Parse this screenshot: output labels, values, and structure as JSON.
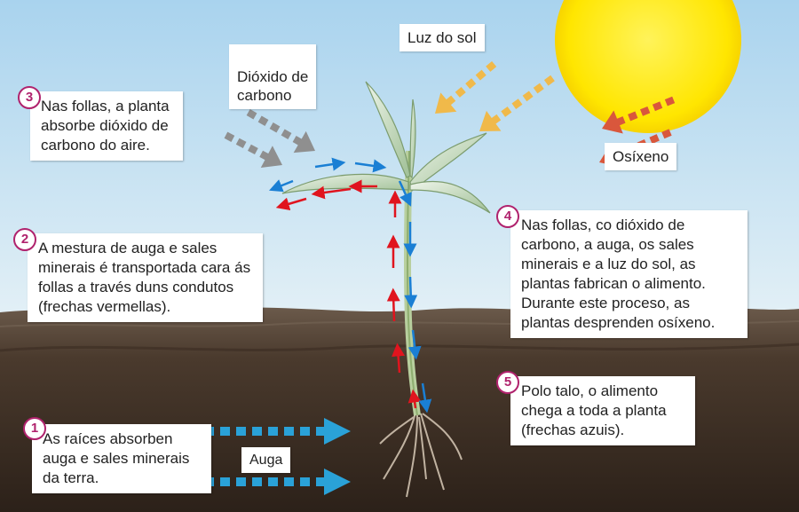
{
  "labels": {
    "sunlight": "Luz do sol",
    "co2": "Dióxido de\ncarbono",
    "oxygen": "Osíxeno",
    "water": "Auga"
  },
  "steps": [
    {
      "number": "1",
      "text": "As raíces absorben auga e sales minerais da terra."
    },
    {
      "number": "2",
      "text": "A mestura de auga e sales minerais é transportada cara ás follas a través duns condutos (frechas vermellas)."
    },
    {
      "number": "3",
      "text": "Nas follas, a planta absorbe dióxido de carbono do aire."
    },
    {
      "number": "4",
      "text": "Nas follas, co dióxido de carbono, a auga, os sales minerais e a luz do sol, as plantas fabrican o alimento. Durante este proceso, as plantas desprenden osíxeno."
    },
    {
      "number": "5",
      "text": "Polo talo, o alimento chega a toda a planta (frechas azuis)."
    }
  ],
  "colors": {
    "sky_top": "#a9d3ee",
    "sky_bottom": "#e3f0f6",
    "soil": "#3b2d22",
    "sun": "#ffe600",
    "sunlight_arrow": "#f0b94a",
    "co2_arrow": "#8f8f8f",
    "oxygen_arrow": "#d9573c",
    "water_arrow": "#2aa2d8",
    "sap_up_arrow": "#e0141e",
    "sap_down_arrow": "#1a7fd4",
    "step_number": "#b0226d"
  }
}
